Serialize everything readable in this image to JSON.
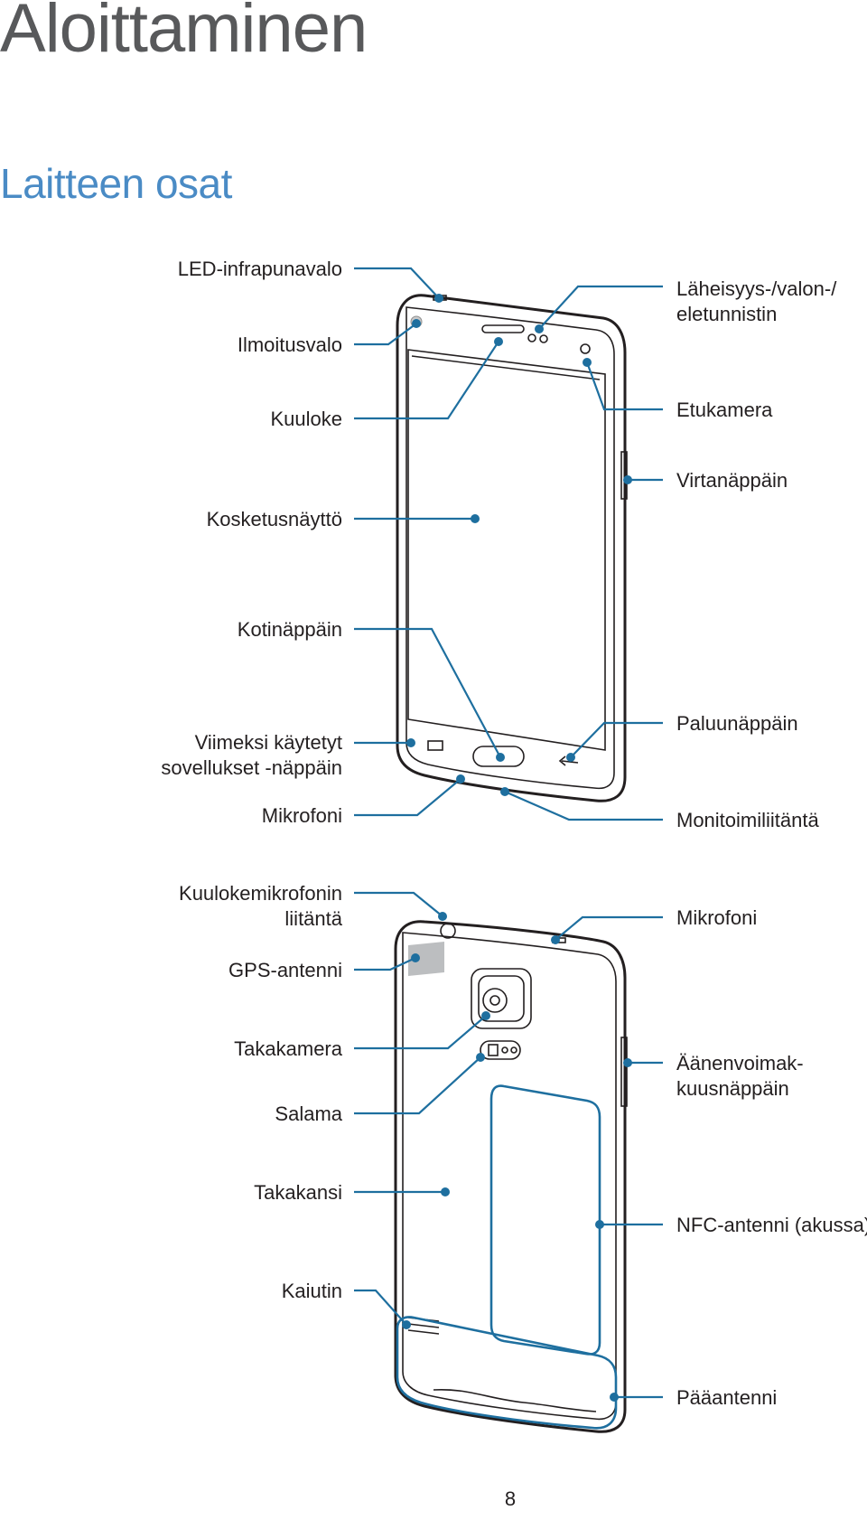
{
  "page": {
    "chapter_title": "Aloittaminen",
    "section_title": "Laitteen osat",
    "page_number": "8"
  },
  "front_labels": {
    "led": "LED-infrapunavalo",
    "notification": "Ilmoitusvalo",
    "earpiece": "Kuuloke",
    "touchscreen": "Kosketusnäyttö",
    "home": "Kotinäppäin",
    "recent_line1": "Viimeksi käytetyt",
    "recent_line2": "sovellukset -näppäin",
    "mic": "Mikrofoni",
    "proximity_line1": "Läheisyys-/valon-/",
    "proximity_line2": "eletunnistin",
    "front_camera": "Etukamera",
    "power": "Virtanäppäin",
    "back_key": "Paluunäppäin",
    "multipurpose": "Monitoimiliitäntä"
  },
  "back_labels": {
    "headset_line1": "Kuulokemikrofonin",
    "headset_line2": "liitäntä",
    "gps": "GPS-antenni",
    "rear_camera": "Takakamera",
    "flash": "Salama",
    "back_cover": "Takakansi",
    "speaker": "Kaiutin",
    "mic": "Mikrofoni",
    "volume_line1": "Äänenvoimak-",
    "volume_line2": "kuusnäppäin",
    "nfc": "NFC-antenni (akussa)",
    "main_antenna": "Pääantenni"
  },
  "colors": {
    "heading": "#58595b",
    "subheading": "#4a8bc5",
    "callout": "#1e6f9f",
    "device_outline": "#231f20",
    "gps_patch": "#bcbec0"
  }
}
